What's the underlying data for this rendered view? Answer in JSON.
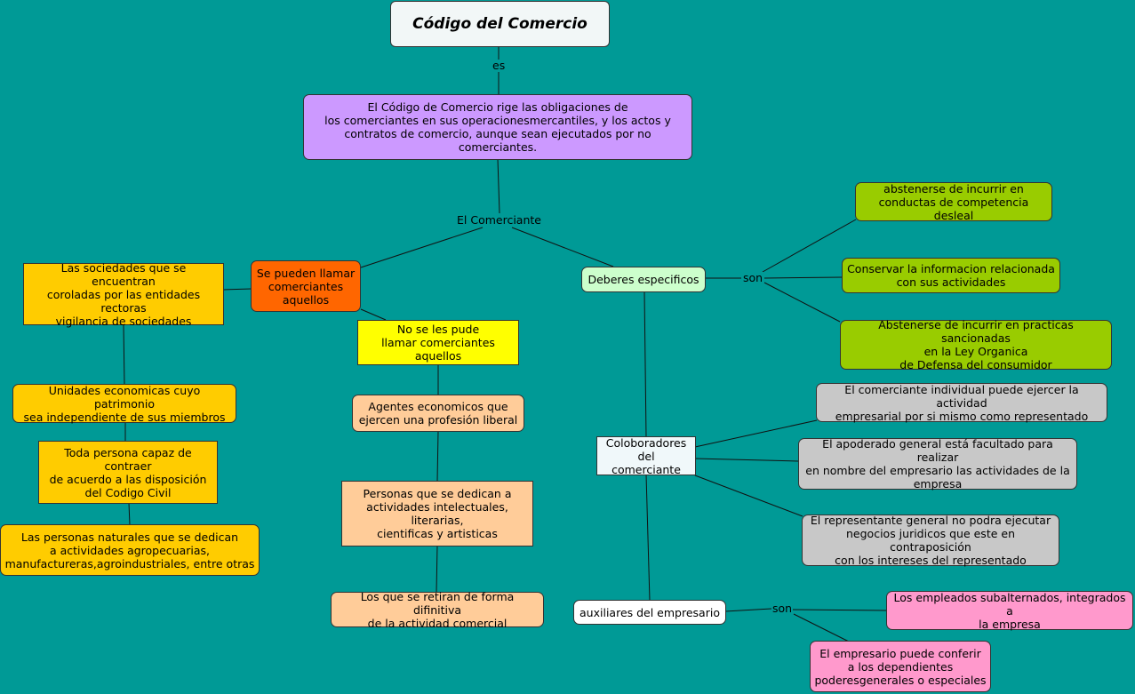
{
  "title": "Código del Comercio",
  "labels": {
    "es": "es",
    "el_comerciante": "El Comerciante",
    "son_deberes": "son",
    "son_auxiliares": "son"
  },
  "definition": "El Código de Comercio rige las obligaciones de\nlos comerciantes en sus operacionesmercantiles, y los actos y\ncontratos de comercio, aunque sean ejecutados por no comerciantes.",
  "left": {
    "header": "Se pueden llamar\ncomerciantes\naquellos",
    "items": [
      "Las sociedades que se encuentran\ncoroladas por las entidades rectoras\nvigilancia de sociedades",
      "Unidades economicas cuyo patrimonio\nsea independiente de sus miembros",
      "Toda persona capaz de contraer\nde acuerdo a las disposición\ndel Codigo Civil",
      "Las personas naturales que se dedican\na actividades agropecuarias,\nmanufactureras,agroindustriales, entre otras"
    ]
  },
  "middle": {
    "header": "No se les pude\nllamar comerciantes aquellos",
    "items": [
      "Agentes economicos que\nejercen una profesión liberal",
      "Personas que se dedican a\nactividades intelectuales, literarias,\ncientificas y artisticas",
      "Los que se retiran de forma difinitiva\nde la actividad comercial"
    ]
  },
  "right": {
    "deberes": "Deberes especificos",
    "deberes_items": [
      "abstenerse de incurrir en\nconductas de competencia desleal",
      "Conservar la informacion relacionada\ncon sus actividades",
      "Abstenerse de incurrir en practicas sancionadas\nen la Ley Organica\nde Defensa del consumidor"
    ],
    "colaboradores": "Coloboradores del\ncomerciante",
    "colaboradores_items": [
      "El comerciante individual puede ejercer la actividad\nempresarial por si mismo como representado",
      "El apoderado general está facultado para realizar\nen nombre del empresario las actividades de la\nempresa",
      "El representante general no podra ejecutar\nnegocios juridicos que este en contraposición\ncon los intereses del representado"
    ],
    "auxiliares": "auxiliares del empresario",
    "auxiliares_items": [
      "Los empleados subalternados, integrados a\nla empresa",
      "El empresario puede conferir\na los dependientes\npoderesgenerales o especiales"
    ]
  },
  "colors": {
    "background": "#009a96",
    "title": "#f2f7f7",
    "definition": "#cc99ff",
    "orange_header": "#ff6600",
    "yellow_left": "#ffcc00",
    "yellow_middle": "#ffff00",
    "peach": "#ffcc99",
    "light_green": "#ccffcc",
    "olive_green": "#99cc00",
    "gray": "#c8c8c8",
    "pink": "#ff99cc",
    "white_box": "#f0f8fa"
  }
}
